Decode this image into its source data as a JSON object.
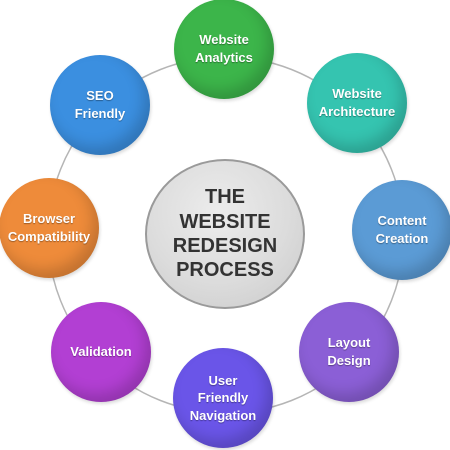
{
  "center": {
    "title": "THE\nWEBSITE\nREDESIGN\nPROCESS",
    "fill": "#dcdcdc"
  },
  "steps": [
    {
      "label": "Website\nAnalytics",
      "color": "#3cb54a"
    },
    {
      "label": "Website\nArchitecture",
      "color": "#35c4b0"
    },
    {
      "label": "Content\nCreation",
      "color": "#5b9bd5"
    },
    {
      "label": "Layout\nDesign",
      "color": "#8b5fd6"
    },
    {
      "label": "User\nFriendly\nNavigation",
      "color": "#6a55e8"
    },
    {
      "label": "Validation",
      "color": "#b23fd3"
    },
    {
      "label": "Browser\nCompatibility",
      "color": "#ee8b3a"
    },
    {
      "label": "SEO\nFriendly",
      "color": "#3b8fe0"
    }
  ],
  "ring_color": "#b5b5b5"
}
